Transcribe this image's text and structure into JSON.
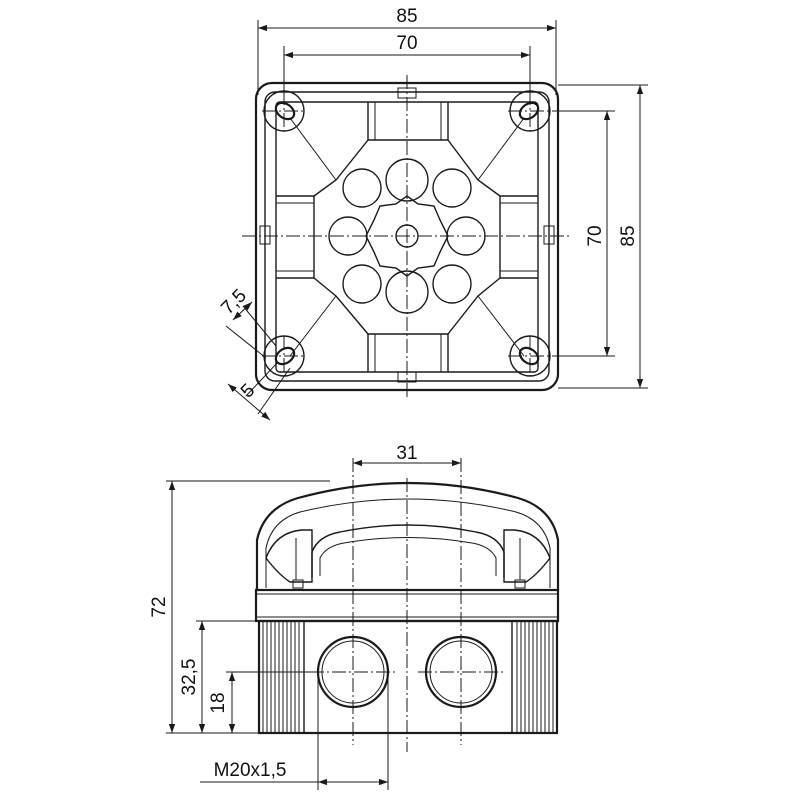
{
  "top_view": {
    "dim_overall_width": "85",
    "dim_hole_spacing_x": "70",
    "dim_hole_spacing_y": "70",
    "dim_overall_height": "85",
    "dim_slot_length": "7,5",
    "dim_slot_width": "5"
  },
  "front_view": {
    "dim_gland_spacing": "31",
    "dim_total_height": "72",
    "dim_base_height": "32,5",
    "dim_gland_center_height": "18",
    "thread_label": "M20x1,5"
  }
}
